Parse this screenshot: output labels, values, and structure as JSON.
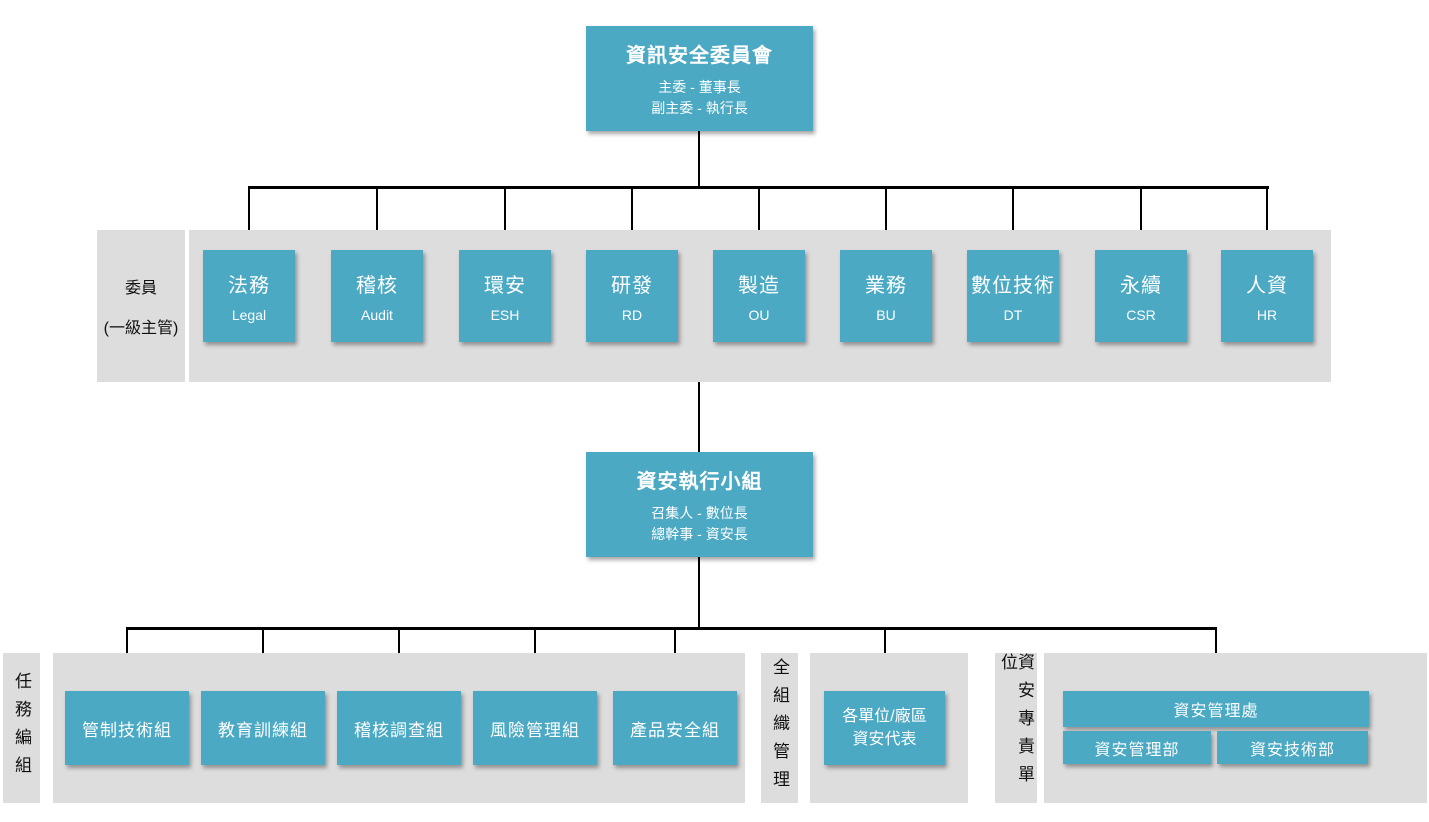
{
  "colors": {
    "node_teal": "#4ba9c4",
    "band_gray": "#dddddd",
    "line_black": "#000000",
    "node_text": "#ffffff"
  },
  "committee": {
    "title": "資訊安全委員會",
    "line1": "主委 - 董事長",
    "line2": "副主委 - 執行長"
  },
  "members_band": {
    "label_line1": "委員",
    "label_line2": "(一級主管)",
    "members": [
      {
        "zh": "法務",
        "en": "Legal"
      },
      {
        "zh": "稽核",
        "en": "Audit"
      },
      {
        "zh": "環安",
        "en": "ESH"
      },
      {
        "zh": "研發",
        "en": "RD"
      },
      {
        "zh": "製造",
        "en": "OU"
      },
      {
        "zh": "業務",
        "en": "BU"
      },
      {
        "zh": "數位技術",
        "en": "DT"
      },
      {
        "zh": "永續",
        "en": "CSR"
      },
      {
        "zh": "人資",
        "en": "HR"
      }
    ]
  },
  "exec_team": {
    "title": "資安執行小組",
    "line1": "召集人 - 數位長",
    "line2": "總幹事 - 資安長"
  },
  "task_band": {
    "label": "任務編組",
    "groups": [
      "管制技術組",
      "教育訓練組",
      "稽核調查組",
      "風險管理組",
      "產品安全組"
    ]
  },
  "org_band": {
    "label": "全組織管理",
    "rep_line1": "各單位/廠區",
    "rep_line2": "資安代表"
  },
  "dedicated_band": {
    "label": "資安專責單位",
    "office": "資安管理處",
    "dept1": "資安管理部",
    "dept2": "資安技術部"
  }
}
